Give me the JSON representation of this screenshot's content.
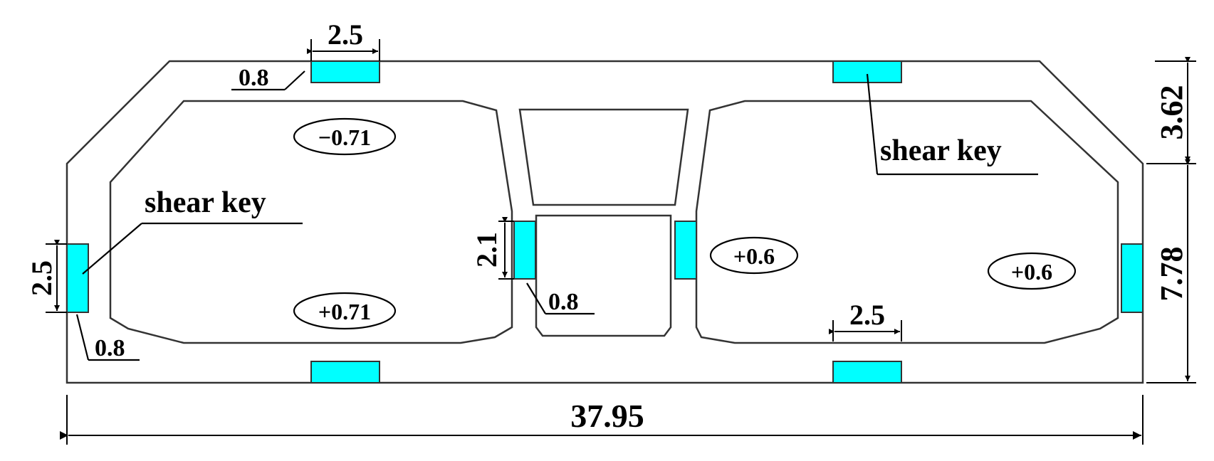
{
  "diagram": {
    "colors": {
      "shear_key_fill": "#00FFFF",
      "outline": "#333333",
      "text": "#000000"
    },
    "labels": {
      "shear_key_left": "shear key",
      "shear_key_right": "shear key"
    },
    "dimensions": {
      "total_width": "37.95",
      "upper_height": "3.62",
      "lower_height": "7.78",
      "key_width_top": "2.5",
      "key_width_bottom": "2.5",
      "key_height_left": "2.5",
      "key_height_center": "2.1",
      "offset_top_left": "0.8",
      "offset_left": "0.8",
      "offset_center": "0.8"
    },
    "values": {
      "left_cell_top": "−0.71",
      "left_cell_bottom": "+0.71",
      "right_cell_inner": "+0.6",
      "right_cell_outer": "+0.6"
    }
  }
}
